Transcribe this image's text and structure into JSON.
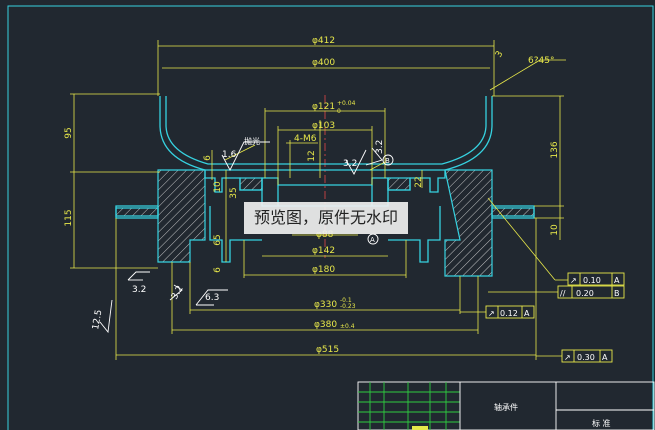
{
  "dimensions": {
    "phi412": "φ412",
    "phi400": "φ400",
    "phi121": "φ121",
    "phi121_tol": "+0.04",
    "phi121_tol2": "0",
    "phi103": "φ103",
    "m6": "4-M6",
    "phi88": "φ88",
    "phi142": "φ142",
    "phi180": "φ180",
    "phi330": "φ330",
    "phi330_tol": "-0.1",
    "phi330_tol2": "-0.23",
    "phi380": "φ380",
    "phi380_tol": "±0.4",
    "phi515": "φ515",
    "chamfer": "6?45°",
    "r3": "3",
    "v95": "95",
    "v115": "115",
    "v136": "136",
    "v10_right": "10",
    "v6": "6",
    "v10_left": "10",
    "v35": "35",
    "v65": "65",
    "v12": "12",
    "v22": "22",
    "v6b": "6",
    "polish": "抛光"
  },
  "roughness": [
    "1.6",
    "3.2",
    "3.2",
    "3.2",
    "6.3",
    "3.2",
    "12.5"
  ],
  "datums": [
    "B",
    "A"
  ],
  "tolerances": [
    {
      "symbol": "↗",
      "value": "0.10",
      "datum": "A"
    },
    {
      "symbol": "//",
      "value": "0.20",
      "datum": "B"
    },
    {
      "symbol": "↗",
      "value": "0.12",
      "datum": "A"
    },
    {
      "symbol": "↗",
      "value": "0.30",
      "datum": "A"
    }
  ],
  "title_block": {
    "part_name": "轴承件",
    "label2": "标 准"
  },
  "watermark": "预览图，原件无水印",
  "colors": {
    "background": "#212830",
    "border": "#36d2e0",
    "part": "#36d2e0",
    "dimension": "#e8e84a",
    "title_grid": "#2ecc40"
  }
}
